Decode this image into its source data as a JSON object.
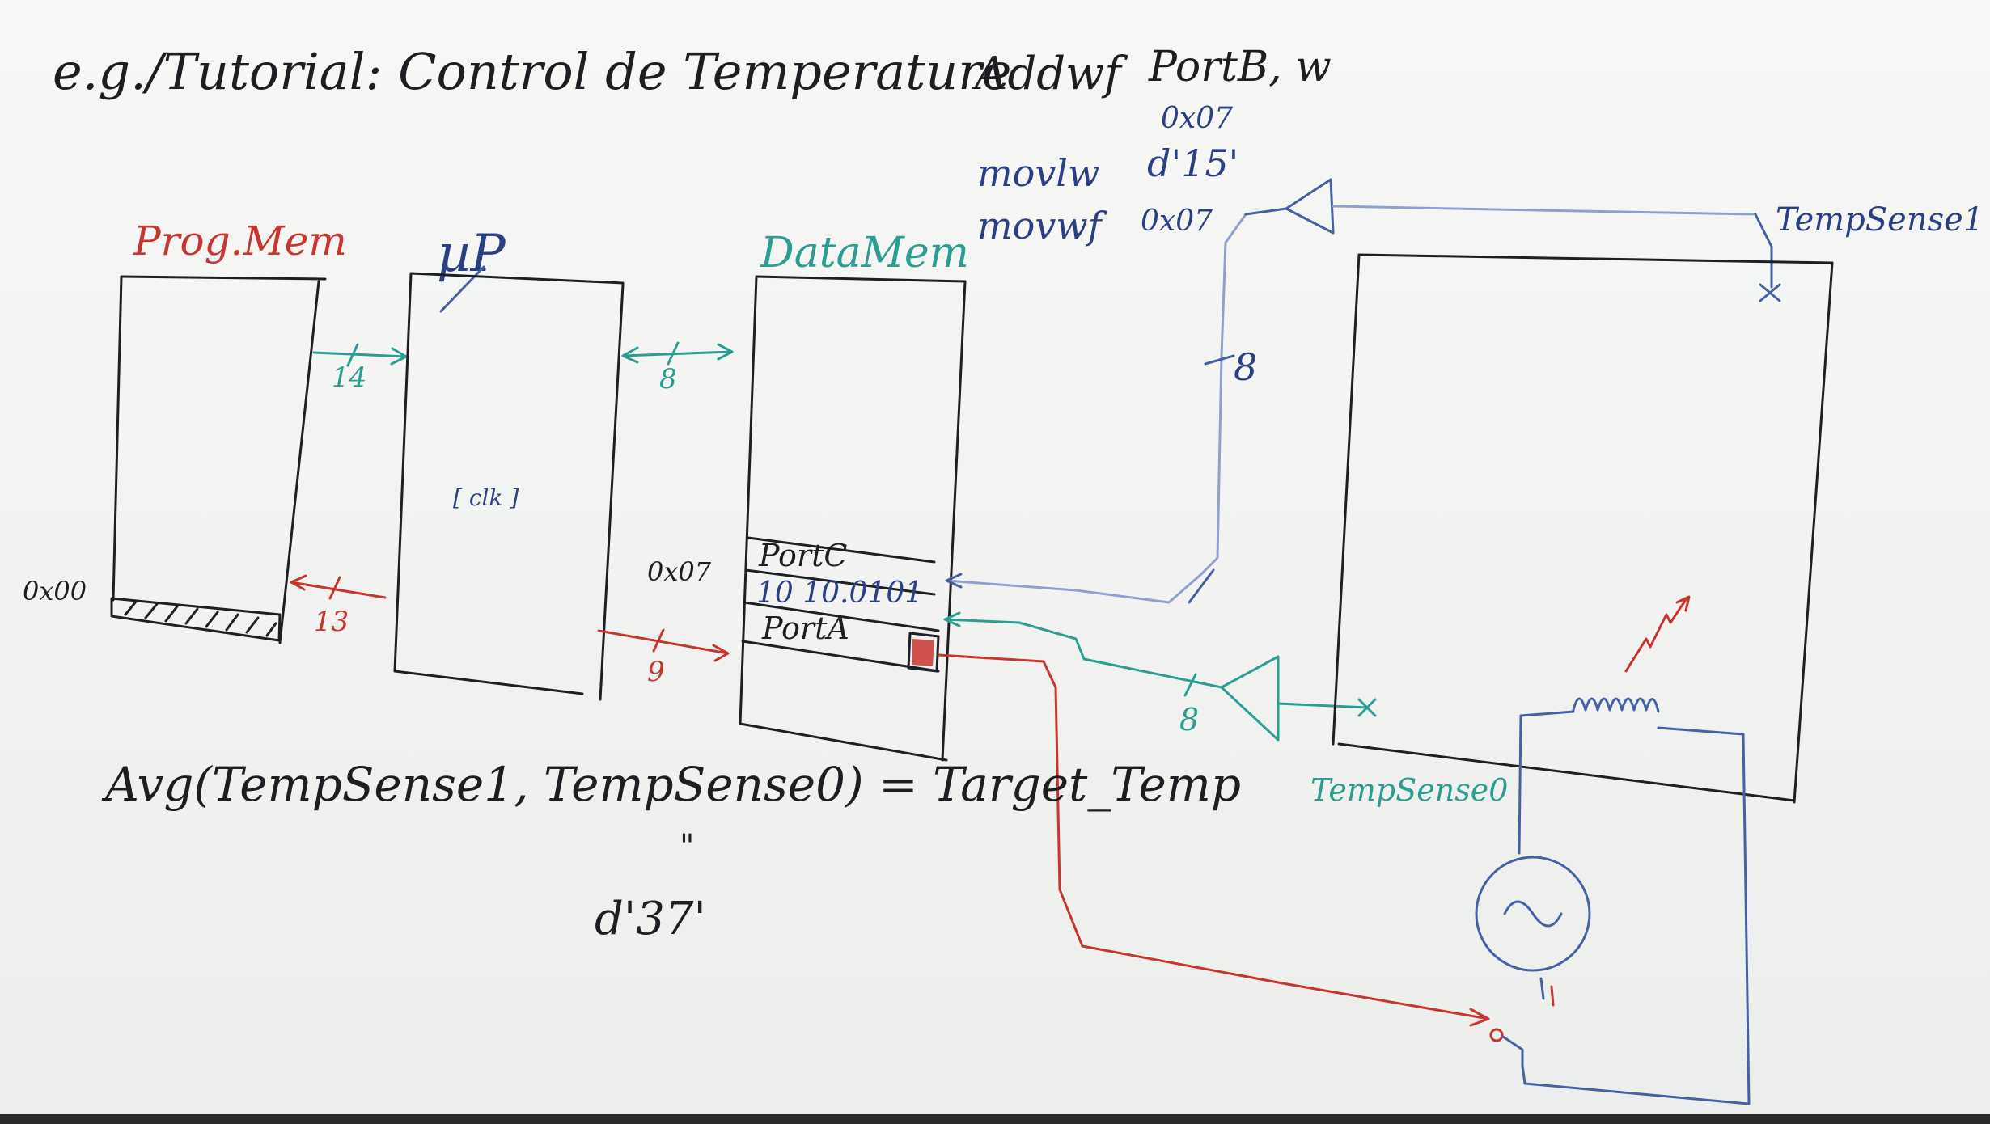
{
  "title": "e.g./Tutorial: Control de Temperature",
  "code": {
    "line1_op": "Addwf",
    "line1_args": "PortB, w",
    "line1_sub": "0x07",
    "line2_op": "movlw",
    "line2_args": "d'15'",
    "line3_op": "movwf",
    "line3_args": "0x07"
  },
  "blocks": {
    "prog_mem": "Prog.Mem",
    "up": "µP",
    "data_mem": "DataMem"
  },
  "addresses": {
    "prog_start": "0x00",
    "data_addr": "0x07"
  },
  "bus_widths": {
    "prog_up_top": "14",
    "prog_up_bottom": "13",
    "up_data_top": "8",
    "up_data_bottom": "9",
    "sense1_bus": "8",
    "sense0_bus": "8"
  },
  "up_register": "[ clk ]",
  "data_rows": {
    "port_c": "PortC",
    "value": "10 10.0101",
    "port_a": "PortA"
  },
  "sensors": {
    "sense1": "TempSense1",
    "sense0": "TempSense0"
  },
  "equation": {
    "main": "Avg(TempSense1, TempSense0) = Target_Temp",
    "ditto": "\"",
    "value": "d'37'"
  },
  "colors": {
    "black_pen": "#1e1f24",
    "blue_pen": "#4561a6",
    "teal_pen": "#2a9e93",
    "red_pen": "#c8352f"
  }
}
